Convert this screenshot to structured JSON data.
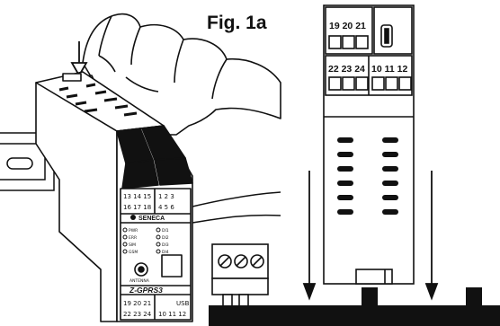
{
  "figure_label": "Fig. 1a",
  "device": {
    "model": "Z-GPRS3",
    "brand": "SENECA",
    "antenna_label": "ANTENNA",
    "terminal_rows": [
      "13 14 15",
      "16 17 18",
      "1 2 3",
      "4 5 6"
    ],
    "bottom_rows": [
      "19 20 21",
      "22 23 24"
    ],
    "bottom_right": [
      "USB",
      "10 11 12"
    ],
    "leds_left": [
      "PWR",
      "ERR",
      "SIM",
      "GSM"
    ],
    "leds_right": [
      "DI1",
      "DI2",
      "DI3",
      "DI4"
    ]
  },
  "module_front": {
    "top_terminals": "19 20 21",
    "bottom_left_terminals": "22 23 24",
    "bottom_right_terminals": "10 11 12"
  }
}
